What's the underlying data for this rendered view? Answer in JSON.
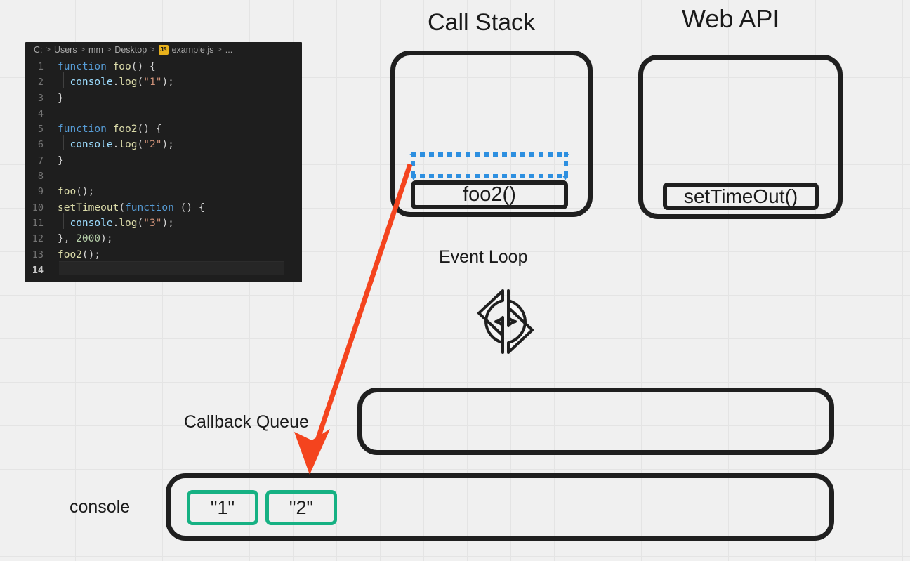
{
  "canvas": {
    "background_color": "#f0f0f0",
    "grid_color": "#e4e4e4"
  },
  "editor": {
    "name": "vscode-code-editor",
    "background_color": "#1e1e1e",
    "breadcrumb": {
      "drive": "C:",
      "separator": ">",
      "parts": [
        "Users",
        "mm",
        "Desktop"
      ],
      "file_badge": "JS",
      "file_name": "example.js",
      "trailing": "..."
    },
    "lines": [
      {
        "number": "1",
        "tokens": [
          {
            "t": "function ",
            "c": "kw"
          },
          {
            "t": "foo",
            "c": "fn"
          },
          {
            "t": "() {",
            "c": "punc"
          }
        ]
      },
      {
        "number": "2",
        "indent": true,
        "tokens": [
          {
            "t": "  ",
            "c": "punc"
          },
          {
            "t": "console",
            "c": "obj"
          },
          {
            "t": ".",
            "c": "punc"
          },
          {
            "t": "log",
            "c": "meth"
          },
          {
            "t": "(",
            "c": "punc"
          },
          {
            "t": "\"1\"",
            "c": "str"
          },
          {
            "t": ");",
            "c": "punc"
          }
        ]
      },
      {
        "number": "3",
        "tokens": [
          {
            "t": "}",
            "c": "punc"
          }
        ]
      },
      {
        "number": "4",
        "tokens": []
      },
      {
        "number": "5",
        "tokens": [
          {
            "t": "function ",
            "c": "kw"
          },
          {
            "t": "foo2",
            "c": "fn"
          },
          {
            "t": "() {",
            "c": "punc"
          }
        ]
      },
      {
        "number": "6",
        "indent": true,
        "tokens": [
          {
            "t": "  ",
            "c": "punc"
          },
          {
            "t": "console",
            "c": "obj"
          },
          {
            "t": ".",
            "c": "punc"
          },
          {
            "t": "log",
            "c": "meth"
          },
          {
            "t": "(",
            "c": "punc"
          },
          {
            "t": "\"2\"",
            "c": "str"
          },
          {
            "t": ");",
            "c": "punc"
          }
        ]
      },
      {
        "number": "7",
        "tokens": [
          {
            "t": "}",
            "c": "punc"
          }
        ]
      },
      {
        "number": "8",
        "tokens": []
      },
      {
        "number": "9",
        "tokens": [
          {
            "t": "foo",
            "c": "fn"
          },
          {
            "t": "();",
            "c": "punc"
          }
        ]
      },
      {
        "number": "10",
        "tokens": [
          {
            "t": "setTimeout",
            "c": "fn"
          },
          {
            "t": "(",
            "c": "punc"
          },
          {
            "t": "function ",
            "c": "kw"
          },
          {
            "t": "() {",
            "c": "punc"
          }
        ]
      },
      {
        "number": "11",
        "indent": true,
        "tokens": [
          {
            "t": "  ",
            "c": "punc"
          },
          {
            "t": "console",
            "c": "obj"
          },
          {
            "t": ".",
            "c": "punc"
          },
          {
            "t": "log",
            "c": "meth"
          },
          {
            "t": "(",
            "c": "punc"
          },
          {
            "t": "\"3\"",
            "c": "str"
          },
          {
            "t": ");",
            "c": "punc"
          }
        ]
      },
      {
        "number": "12",
        "tokens": [
          {
            "t": "}, ",
            "c": "punc"
          },
          {
            "t": "2000",
            "c": "num"
          },
          {
            "t": ");",
            "c": "punc"
          }
        ]
      },
      {
        "number": "13",
        "tokens": [
          {
            "t": "foo2",
            "c": "fn"
          },
          {
            "t": "();",
            "c": "punc"
          }
        ]
      },
      {
        "number": "14",
        "active": true,
        "caret": true,
        "tokens": []
      }
    ]
  },
  "diagram": {
    "call_stack": {
      "title": "Call Stack",
      "items": [
        {
          "label": "foo2()"
        }
      ],
      "selected_item_index": 0
    },
    "web_api": {
      "title": "Web API",
      "items": [
        {
          "label": "setTimeOut()"
        }
      ]
    },
    "event_loop": {
      "label": "Event Loop",
      "icon": "circular-arrows-icon"
    },
    "callback_queue": {
      "label": "Callback Queue",
      "items": []
    },
    "console": {
      "label": "console",
      "items": [
        {
          "label": "\"1\""
        },
        {
          "label": "\"2\""
        }
      ],
      "chip_color": "#16b183"
    },
    "annotation_arrow": {
      "name": "red-annotation-arrow",
      "color": "#f4441e",
      "from": "call-stack-foo2",
      "to": "console-entry-2"
    }
  },
  "colors": {
    "stroke": "#1f1f1f",
    "selection_blue": "#2d8fe0",
    "arrow_red": "#f4441e",
    "console_green": "#16b183",
    "js_badge": "#e8b11c"
  }
}
